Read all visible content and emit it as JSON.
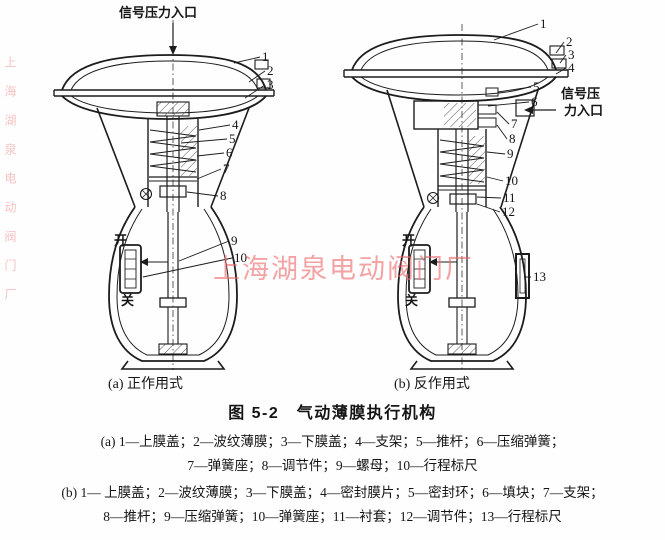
{
  "watermark": {
    "main": "上海湖泉电动阀门厂",
    "side": "上海湖泉电动阀门厂",
    "color": "#ec6a6a"
  },
  "figure": {
    "title": "图 5-2　气动薄膜执行机构"
  },
  "diagram_a": {
    "signal_inlet": "信号压力入口",
    "caption": "(a) 正作用式",
    "open": "开",
    "close": "关",
    "parts": [
      "1",
      "2",
      "3",
      "4",
      "5",
      "6",
      "7",
      "8",
      "9",
      "10"
    ]
  },
  "diagram_b": {
    "signal_inlet_line1": "信号压",
    "signal_inlet_line2": "力入口",
    "caption": "(b) 反作用式",
    "open": "开",
    "close": "关",
    "parts": [
      "1",
      "2",
      "3",
      "4",
      "5",
      "6",
      "7",
      "8",
      "9",
      "10",
      "11",
      "12",
      "13"
    ]
  },
  "legend": {
    "a_line1": "(a) 1—上膜盖；2—波纹薄膜；3—下膜盖；4—支架；5—推杆；6—压缩弹簧；",
    "a_line2": "7—弹簧座；8—调节件；9—螺母；10—行程标尺",
    "b_line1": "(b) 1— 上膜盖；2—波纹薄膜；3—下膜盖；4—密封膜片；5—密封环；6—填块；7—支架；",
    "b_line2": "8—推杆；9—压缩弹簧；10—弹簧座；11—衬套；12—调节件；13—行程标尺"
  }
}
